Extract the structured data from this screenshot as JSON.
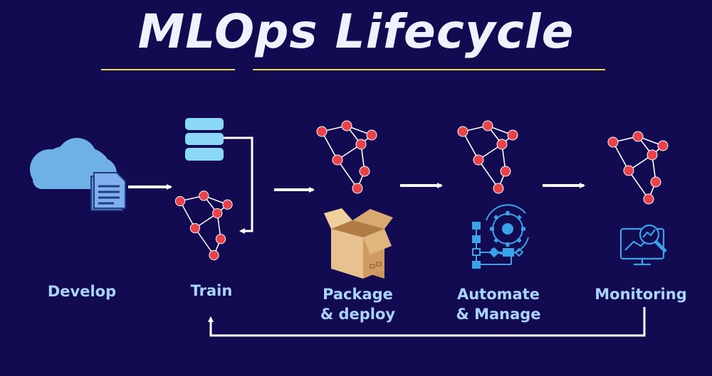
{
  "title": "MLOps Lifecycle",
  "stages": [
    {
      "label": "Develop"
    },
    {
      "label": "Train"
    },
    {
      "label": "Package\n& deploy"
    },
    {
      "label": "Automate\n& Manage"
    },
    {
      "label": "Monitoring"
    }
  ],
  "colors": {
    "background": "#130b52",
    "title": "#eef2ff",
    "underline": "#f0d94a",
    "label": "#a9d4ff",
    "node": "#e8424a",
    "edge": "#ffffff",
    "cloud": "#6fb0e6",
    "database": "#8ad8f5",
    "box": "#d4a66a",
    "icon_blue": "#3aa2e6"
  },
  "icons": [
    "cloud-document-icon",
    "database-icon",
    "network-graph-icon",
    "cardboard-box-icon",
    "automation-gear-icon",
    "monitor-analytics-icon"
  ]
}
